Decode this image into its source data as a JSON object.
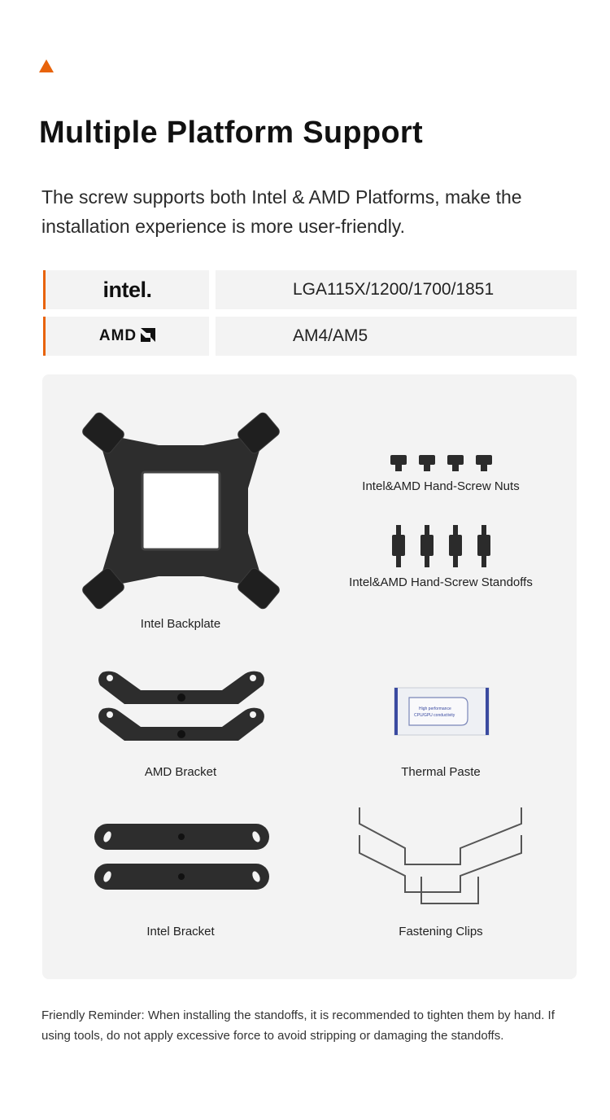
{
  "header": {
    "title": "Multiple Platform Support",
    "intro": "The screw supports both Intel & AMD Platforms, make the installation experience is more user-friendly."
  },
  "platforms": [
    {
      "brand": "intel.",
      "brand_icon": "intel-logo",
      "sockets": "LGA115X/1200/1700/1851"
    },
    {
      "brand": "AMD",
      "brand_icon": "amd-logo",
      "sockets": "AM4/AM5"
    }
  ],
  "parts": {
    "backplate": "Intel Backplate",
    "nuts": "Intel&AMD Hand-Screw Nuts",
    "standoffs": "Intel&AMD Hand-Screw Standoffs",
    "amd_bracket": "AMD Bracket",
    "thermal_paste": "Thermal Paste",
    "intel_bracket": "Intel Bracket",
    "clips": "Fastening Clips",
    "paste_label": [
      "High performance",
      "CPU/GPU conductivity"
    ]
  },
  "reminder": "Friendly Reminder: When installing the standoffs, it is recommended to tighten them by hand. If using tools, do not apply excessive force to avoid stripping or damaging the standoffs.",
  "colors": {
    "accent": "#e8630a",
    "panel": "#f3f3f3",
    "part": "#2b2b2b"
  }
}
